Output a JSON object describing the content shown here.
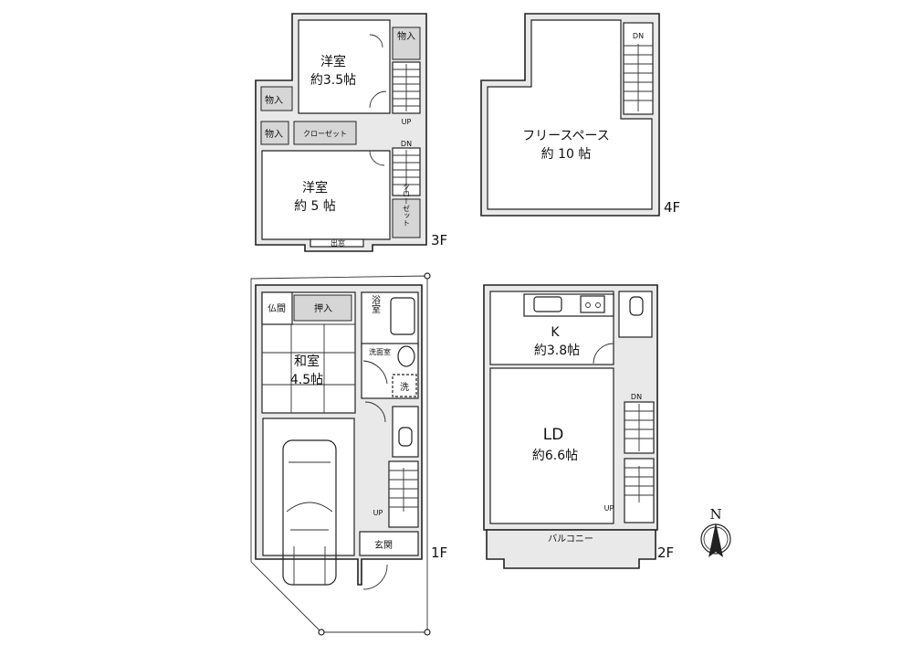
{
  "floors": {
    "f3": {
      "label": "3F",
      "rooms": {
        "storage_top": "物入",
        "western_small_name": "洋室",
        "western_small_size": "約3.5帖",
        "storage_left1": "物入",
        "storage_left2": "物入",
        "closet": "クローゼット",
        "up": "UP",
        "dn": "DN",
        "western_large_name": "洋室",
        "western_large_size": "約 5 帖",
        "closet_vertical": "クローゼット",
        "bay_window": "出窓"
      }
    },
    "f4": {
      "label": "4F",
      "rooms": {
        "free_space_name": "フリースペース",
        "free_space_size": "約 10 帖",
        "dn": "DN"
      }
    },
    "f1": {
      "label": "1F",
      "rooms": {
        "altar_room": "仏間",
        "oshiire": "押入",
        "bathroom": "浴室",
        "washroom": "洗面室",
        "washer": "洗",
        "japanese_room_name": "和室",
        "japanese_room_size": "4.5帖",
        "up": "UP",
        "entrance": "玄関"
      }
    },
    "f2": {
      "label": "2F",
      "rooms": {
        "kitchen_name": "K",
        "kitchen_size": "約3.8帖",
        "ld_name": "LD",
        "ld_size": "約6.6帖",
        "dn": "DN",
        "up": "UP",
        "balcony": "バルコニー"
      }
    }
  },
  "compass": {
    "label": "N"
  }
}
